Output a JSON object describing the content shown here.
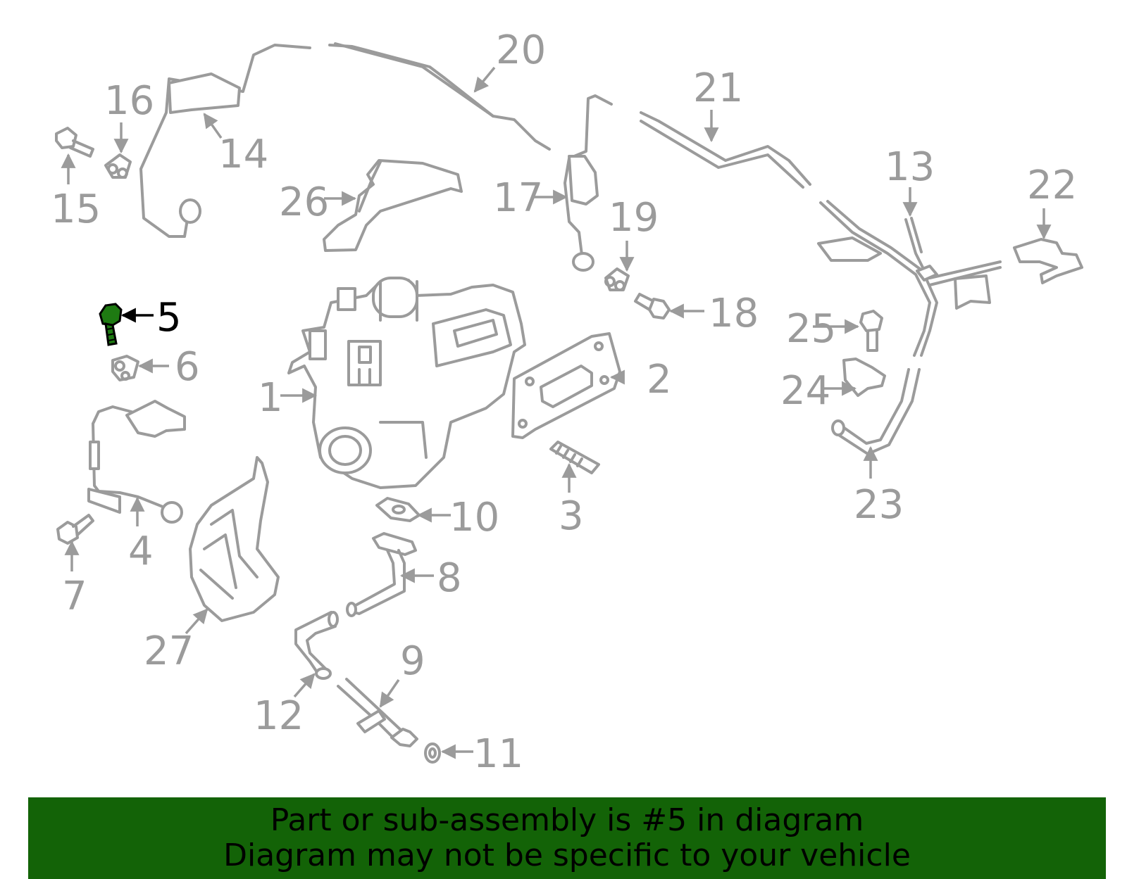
{
  "diagram": {
    "highlight_color": "#136307",
    "line_color": "#9b9b9b",
    "highlighted_part": "5",
    "callouts": [
      "1",
      "2",
      "3",
      "4",
      "5",
      "6",
      "7",
      "8",
      "9",
      "10",
      "11",
      "12",
      "13",
      "14",
      "15",
      "16",
      "17",
      "18",
      "19",
      "20",
      "21",
      "22",
      "23",
      "24",
      "25",
      "26",
      "27"
    ]
  },
  "banner": {
    "line1": "Part or sub-assembly is #5 in diagram",
    "line2": "Diagram may not be specific to your vehicle",
    "background": "#136307"
  }
}
